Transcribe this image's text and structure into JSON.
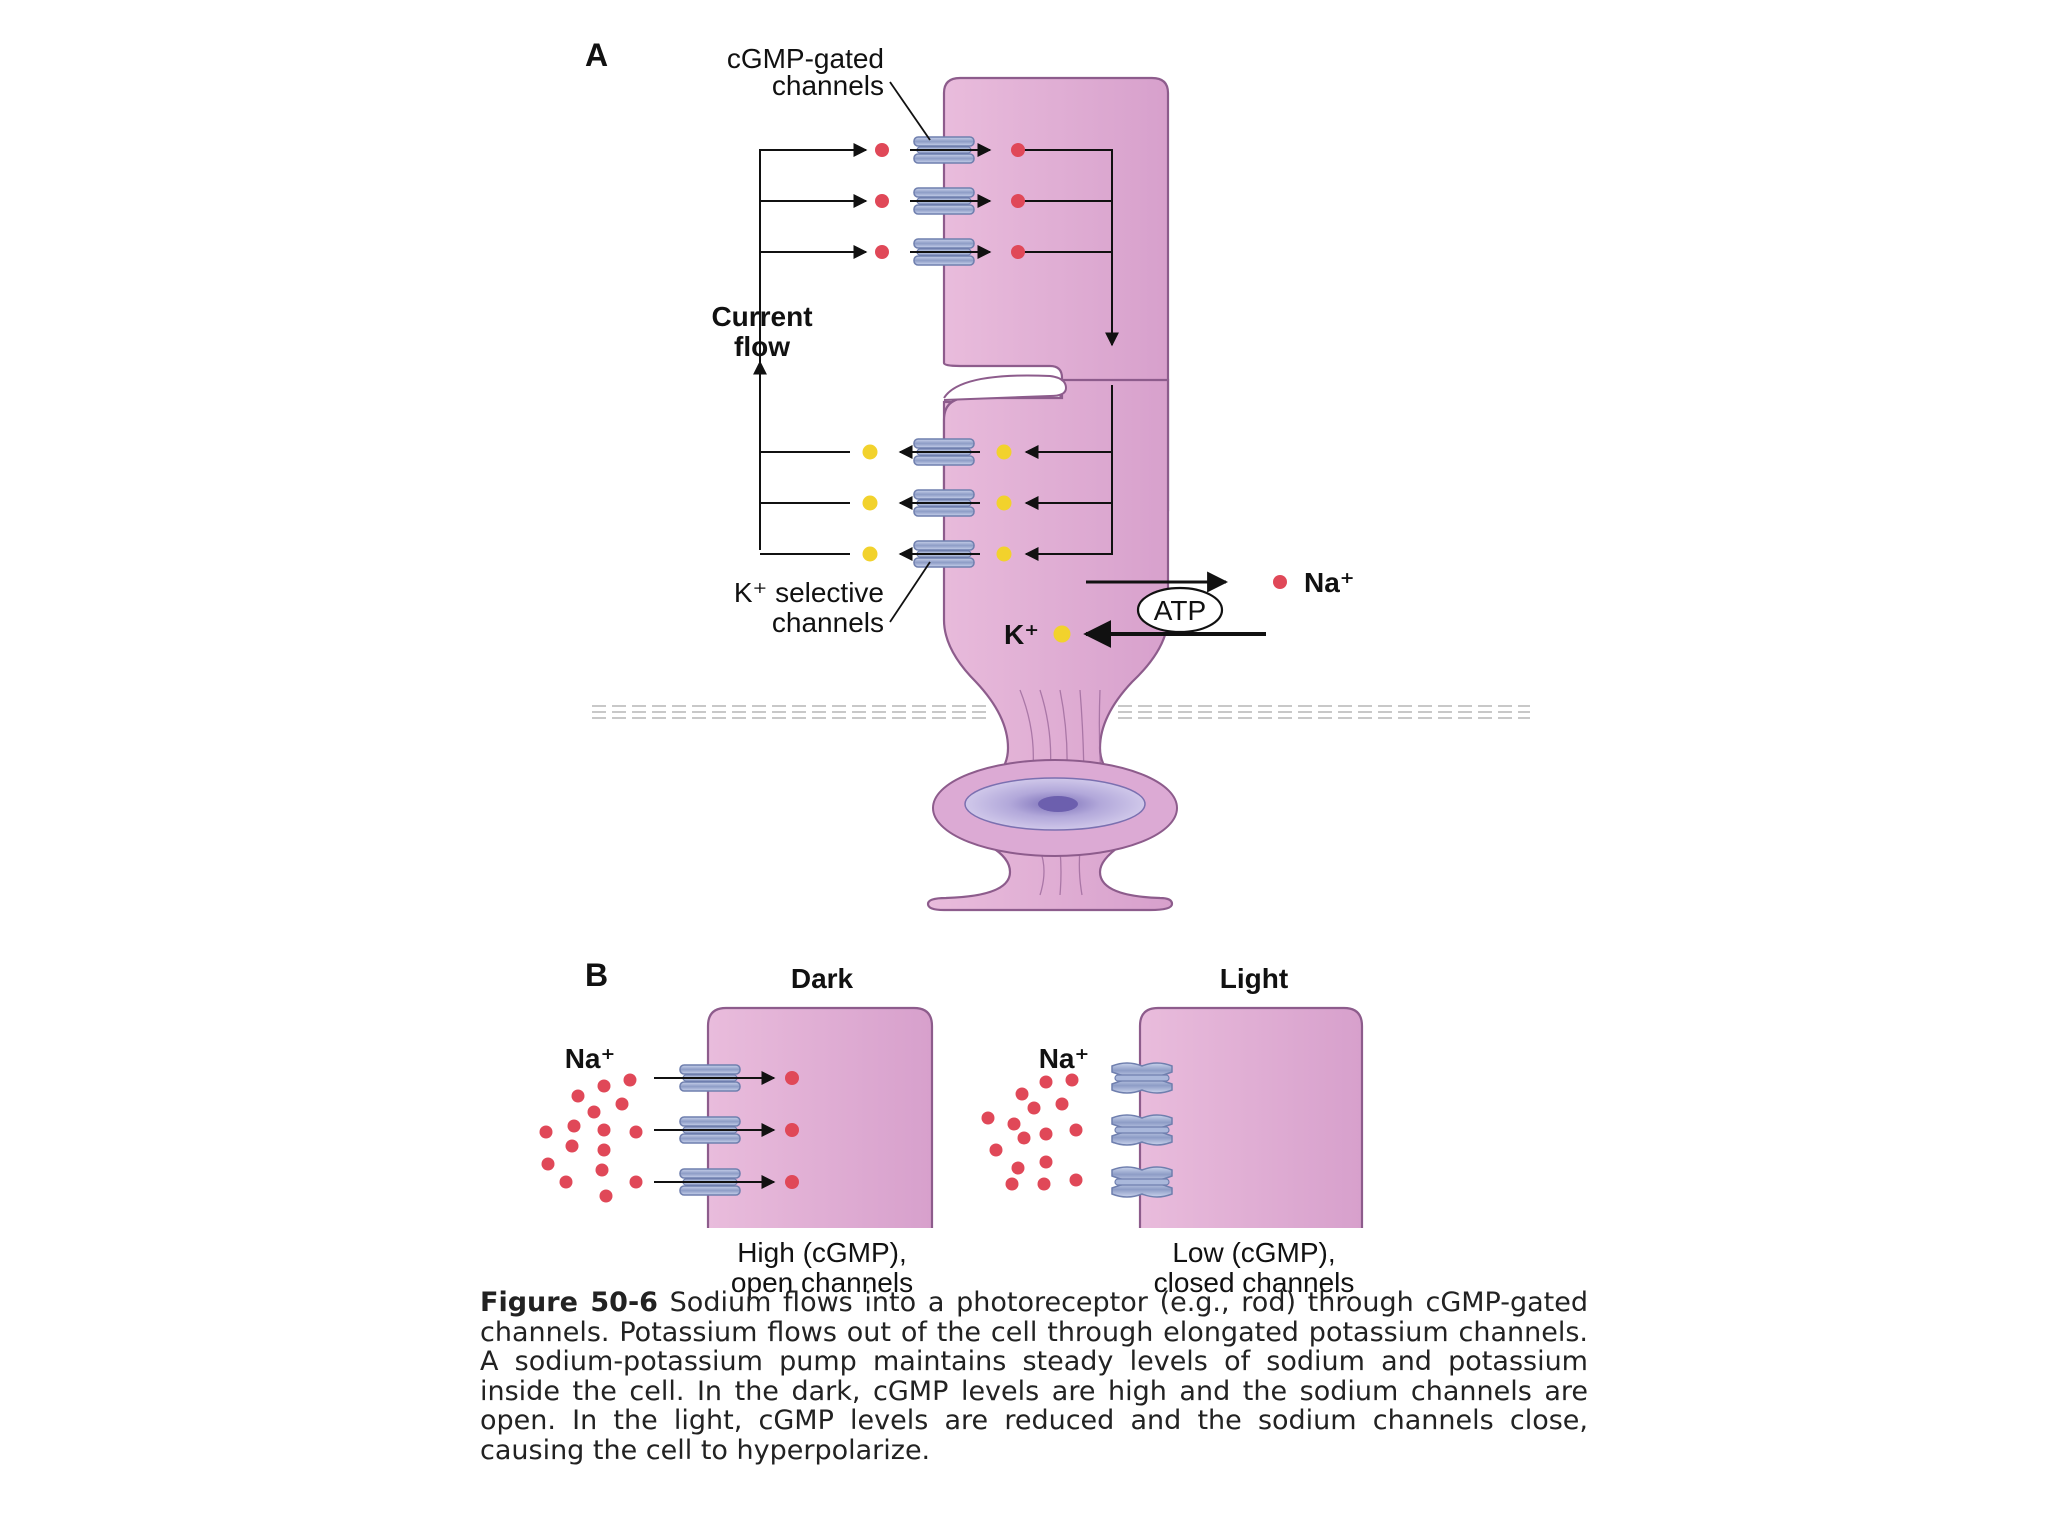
{
  "panel_a": {
    "letter": "A",
    "cgmp_label_line1": "cGMP-gated",
    "cgmp_label_line2": "channels",
    "current_line1": "Current",
    "current_line2": "flow",
    "k_label_line1": "K⁺ selective",
    "k_label_line2": "channels",
    "atp": "ATP",
    "na_out": "Na⁺",
    "k_in": "K⁺"
  },
  "panel_b": {
    "letter": "B",
    "dark_title": "Dark",
    "light_title": "Light",
    "dark_na": "Na⁺",
    "light_na": "Na⁺",
    "dark_cap_line1": "High (cGMP),",
    "dark_cap_line2": "open channels",
    "light_cap_line1": "Low (cGMP),",
    "light_cap_line2": "closed channels"
  },
  "caption": {
    "figure_label": "Figure 50-6",
    "text": "Sodium flows into a photoreceptor (e.g., rod) through cGMP-gated channels. Potassium flows out of the cell through elongated potassium channels. A sodium-potassium pump maintains steady levels of sodium and potassium inside the cell. In the dark, cGMP levels are high and the sodium channels are open. In the light, cGMP levels are reduced and the sodium channels close, causing the cell to hyperpolarize."
  },
  "colors": {
    "cell": "#e2aed6",
    "cell_outline": "#9c6a98",
    "channel": "#a9b7d8",
    "sodium": "#e04858",
    "potassium": "#f2d22c"
  }
}
